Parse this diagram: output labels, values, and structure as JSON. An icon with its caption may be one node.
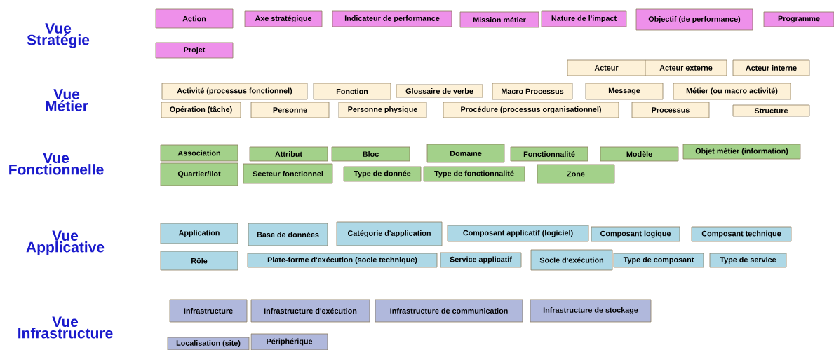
{
  "diagram": {
    "nodes": [
      {
        "text": [
          "Action"
        ]
      },
      {
        "text": [
          "Axe stratégique"
        ]
      },
      {
        "text": [
          "Indicateur de performance"
        ]
      },
      {
        "text": [
          "Mission métier"
        ]
      },
      {
        "text": [
          "Nature de l'impact"
        ]
      },
      {
        "text": [
          "Objectif (de performance)"
        ]
      },
      {
        "text": [
          "Programme"
        ]
      },
      {
        "text": [
          "Projet"
        ]
      },
      {
        "text": [
          "Acteur"
        ]
      },
      {
        "text": [
          "Acteur externe"
        ]
      },
      {
        "text": [
          "Acteur interne"
        ]
      },
      {
        "text": [
          "Activité (processus fonctionnel)"
        ]
      },
      {
        "text": [
          "Fonction"
        ]
      },
      {
        "text": [
          "Glossaire de verbe"
        ]
      },
      {
        "text": [
          "Macro Processus"
        ]
      },
      {
        "text": [
          "Message"
        ]
      },
      {
        "text": [
          "Métier (ou macro activité)"
        ]
      },
      {
        "text": [
          "Opération (tâche)"
        ]
      },
      {
        "text": [
          "Personne"
        ]
      },
      {
        "text": [
          "Personne physique"
        ]
      },
      {
        "text": [
          "Procédure (processus organisationnel)"
        ]
      },
      {
        "text": [
          "Processus"
        ]
      },
      {
        "text": [
          "Structure"
        ]
      },
      {
        "text": [
          "Association"
        ]
      },
      {
        "text": [
          "Attribut"
        ]
      },
      {
        "text": [
          "Bloc"
        ]
      },
      {
        "text": [
          "Domaine"
        ]
      },
      {
        "text": [
          "Fonctionnalité"
        ]
      },
      {
        "text": [
          "Modèle"
        ]
      },
      {
        "text": [
          "Objet métier (information)"
        ]
      },
      {
        "text": [
          "Quartier/Ilot"
        ]
      },
      {
        "text": [
          "Secteur fonctionnel"
        ]
      },
      {
        "text": [
          "Type de donnée"
        ]
      },
      {
        "text": [
          "Type de fonctionnalité"
        ]
      },
      {
        "text": [
          "Zone"
        ]
      },
      {
        "text": [
          "Application"
        ]
      },
      {
        "text": [
          "Base de données"
        ]
      },
      {
        "text": [
          "Catégorie d'application"
        ]
      },
      {
        "text": [
          "Composant applicatif (logiciel)"
        ]
      },
      {
        "text": [
          "Composant logique"
        ]
      },
      {
        "text": [
          "Composant technique"
        ]
      },
      {
        "text": [
          "Rôle"
        ]
      },
      {
        "text": [
          "Plate-forme d'exécution (socle technique)"
        ]
      },
      {
        "text": [
          "Service applicatif"
        ]
      },
      {
        "text": [
          "Socle d'exécution"
        ]
      },
      {
        "text": [
          "Type de composant"
        ]
      },
      {
        "text": [
          "Type de service"
        ]
      },
      {
        "text": [
          "Infrastructure"
        ]
      },
      {
        "text": [
          "Infrastructure d'exécution"
        ]
      },
      {
        "text": [
          "Infrastructure de communication"
        ]
      },
      {
        "text": [
          "Infrastructure de stockage"
        ]
      },
      {
        "text": [
          "Localisation (site)"
        ]
      },
      {
        "text": [
          "Périphérique"
        ]
      }
    ],
    "labels": [
      "Vue Stratégie",
      "Vue Métier",
      "Vue Fonctionnelle",
      "Vue Applicative",
      "Vue Infrastructure"
    ]
  }
}
